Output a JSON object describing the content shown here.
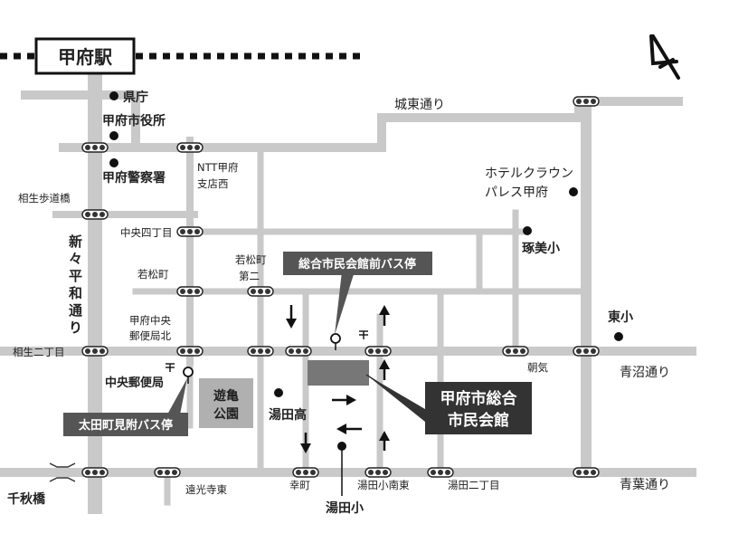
{
  "station": {
    "name": "甲府駅"
  },
  "venue": {
    "line1": "甲府市総合",
    "line2": "市民会館"
  },
  "bus_stops": {
    "main": "総合市民会館前バス停",
    "ota": "太田町見附バス停"
  },
  "roads": {
    "joto": "城東通り",
    "aonuma": "青沼通り",
    "aoba": "青葉通り",
    "shin_l1": "新",
    "shin_l2": "々",
    "shin_l3": "平",
    "shin_l4": "和",
    "shin_l5": "通",
    "shin_l6": "り"
  },
  "landmarks": {
    "kencho": "県庁",
    "shiyakusho": "甲府市役所",
    "keisatsu": "甲府警察署",
    "hotel_l1": "ホテルクラウン",
    "hotel_l2": "パレス甲府",
    "tsukami": "琢美小",
    "higashi": "東小",
    "yudako": "湯田高",
    "yudasho": "湯田小",
    "park_l1": "遊亀",
    "park_l2": "公園"
  },
  "intersections": {
    "aioi_hodokyo": "相生歩道橋",
    "ntt_l1": "NTT甲府",
    "ntt_l2": "支店西",
    "chuo4": "中央四丁目",
    "wakamatsu": "若松町",
    "wakamatsu2_l1": "若松町",
    "wakamatsu2_l2": "第二",
    "kofu_chuo_l1": "甲府中央",
    "kofu_chuo_l2": "郵便局北",
    "aioi2": "相生二丁目",
    "chuo_yubin": "中央郵便局",
    "asahi": "朝気",
    "enkoji": "遠光寺東",
    "saiwai": "幸町",
    "yuda_minami": "湯田小南東",
    "yuda2": "湯田二丁目",
    "senshu": "千秋橋"
  },
  "colors": {
    "road": "#c8c8c8",
    "rail": "#111111",
    "label_box": "#555555",
    "venue_box": "#333333",
    "building": "#777777",
    "park": "#b0b0b0"
  },
  "icons": {
    "north": "north-arrow-icon",
    "bus": "bus-stop-icon",
    "signal": "traffic-signal-icon",
    "flow": "one-way-arrow-icon"
  }
}
